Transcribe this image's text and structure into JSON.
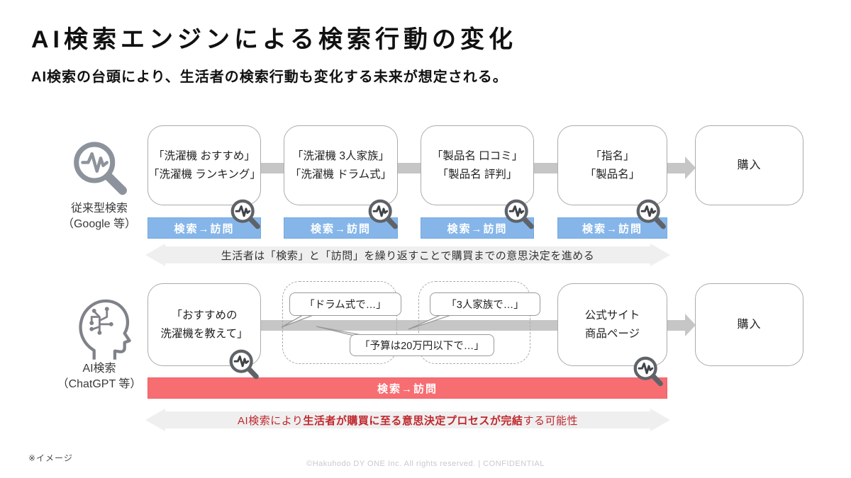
{
  "page": {
    "title": "AI検索エンジンによる検索行動の変化",
    "subtitle": "AI検索の台頭により、生活者の検索行動も変化する未来が想定される。",
    "note": "※イメージ",
    "copyright": "©Hakuhodo DY ONE Inc. All rights reserved. | CONFIDENTIAL"
  },
  "colors": {
    "blue_bar": "#86b6e9",
    "red_bar": "#f76e72",
    "dark_red_text": "#c0272d",
    "arrow_fill": "#efefef",
    "connector_gray": "#c6c6c6",
    "box_border": "#ababab"
  },
  "traditional": {
    "label_line1": "従来型検索",
    "label_line2": "（Google 等）",
    "icon": "magnifier-pulse-icon",
    "boxes": [
      {
        "line1": "「洗濯機 おすすめ」",
        "line2": "「洗濯機 ランキング」"
      },
      {
        "line1": "「洗濯機 3人家族」",
        "line2": "「洗濯機 ドラム式」"
      },
      {
        "line1": "「製品名 口コミ」",
        "line2": "「製品名 評判」"
      },
      {
        "line1": "「指名」",
        "line2": "「製品名」"
      }
    ],
    "purchase": "購入",
    "bar_label": "検索→訪問",
    "arrow_text": "生活者は「検索」と「訪問」を繰り返すことで購買までの意思決定を進める"
  },
  "ai": {
    "label_line1": "AI検索",
    "label_line2": "（ChatGPT 等）",
    "icon": "head-circuit-icon",
    "box1_line1": "「おすすめの",
    "box1_line2": "洗濯機を教えて」",
    "bubbles": [
      {
        "text": "「ドラム式で…」"
      },
      {
        "text": "「3人家族で…」"
      },
      {
        "text": "「予算は20万円以下で…」"
      }
    ],
    "site_line1": "公式サイト",
    "site_line2": "商品ページ",
    "purchase": "購入",
    "bar_label": "検索→訪問",
    "arrow_prefix": "AI検索により",
    "arrow_bold": "生活者が購買に至る意思決定プロセスが完結",
    "arrow_suffix": "する可能性"
  }
}
